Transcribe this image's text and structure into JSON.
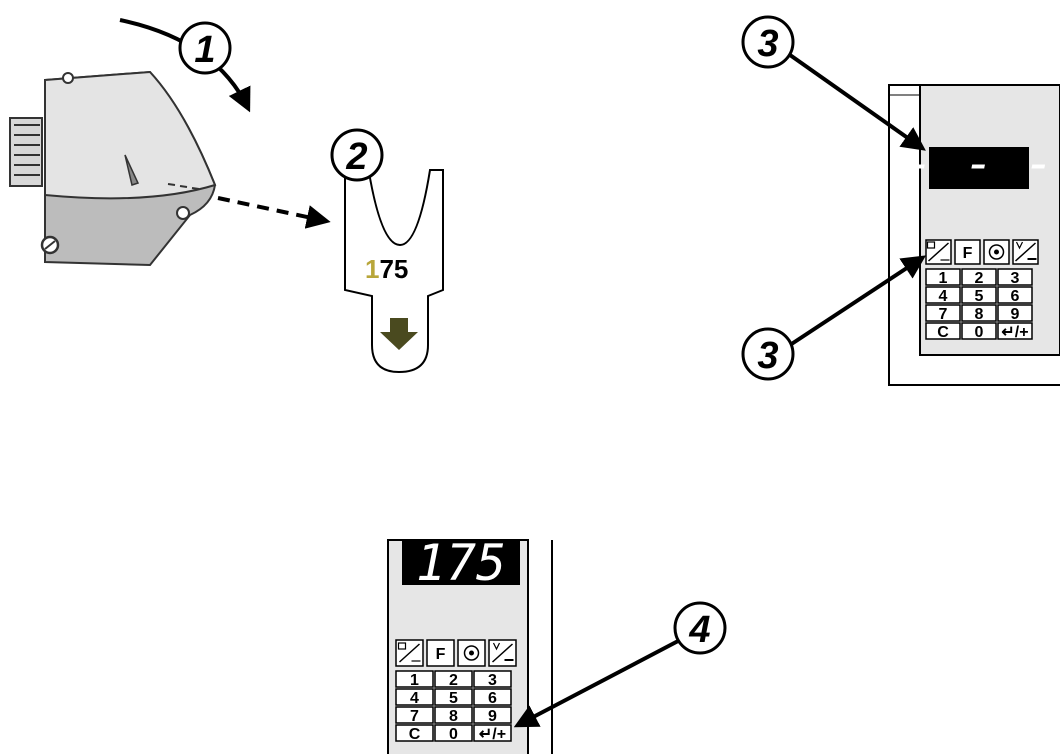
{
  "callouts": [
    "1",
    "2",
    "3",
    "3",
    "4"
  ],
  "tag": {
    "prefix": "1",
    "suffix": "75"
  },
  "display": {
    "empty": "- - -",
    "value": "175"
  },
  "keypad": {
    "function_keys": [
      {
        "name": "manual-mode-icon"
      },
      {
        "label": "F",
        "name": "function-f"
      },
      {
        "name": "wrench-icon"
      },
      {
        "name": "wind-speed-icon"
      }
    ],
    "rows": [
      [
        "1",
        "2",
        "3"
      ],
      [
        "4",
        "5",
        "6"
      ],
      [
        "7",
        "8",
        "9"
      ],
      [
        "C",
        "0",
        "↵/+"
      ]
    ]
  }
}
